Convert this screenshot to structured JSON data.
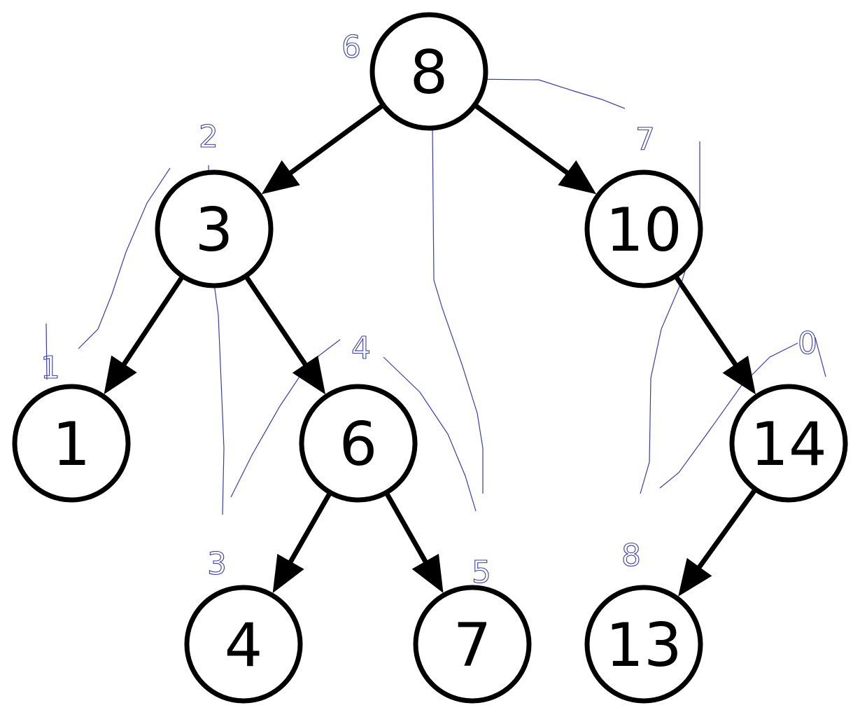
{
  "tree": {
    "nodes": [
      {
        "id": "n8",
        "label": "8"
      },
      {
        "id": "n3",
        "label": "3"
      },
      {
        "id": "n10",
        "label": "10"
      },
      {
        "id": "n1",
        "label": "1"
      },
      {
        "id": "n6",
        "label": "6"
      },
      {
        "id": "n14",
        "label": "14"
      },
      {
        "id": "n4",
        "label": "4"
      },
      {
        "id": "n7",
        "label": "7"
      },
      {
        "id": "n13",
        "label": "13"
      }
    ],
    "edges": [
      {
        "from": "n8",
        "to": "n3"
      },
      {
        "from": "n8",
        "to": "n10"
      },
      {
        "from": "n3",
        "to": "n1"
      },
      {
        "from": "n3",
        "to": "n6"
      },
      {
        "from": "n10",
        "to": "n14"
      },
      {
        "from": "n6",
        "to": "n4"
      },
      {
        "from": "n6",
        "to": "n7"
      },
      {
        "from": "n14",
        "to": "n13"
      }
    ]
  },
  "annotations": {
    "handwritten_numbers": [
      "6",
      "2",
      "7",
      "1",
      "4",
      "0",
      "3",
      "5",
      "8"
    ]
  },
  "colors": {
    "node_stroke": "#000000",
    "node_fill": "#ffffff",
    "sketch_ink": "#3a3fa0"
  }
}
